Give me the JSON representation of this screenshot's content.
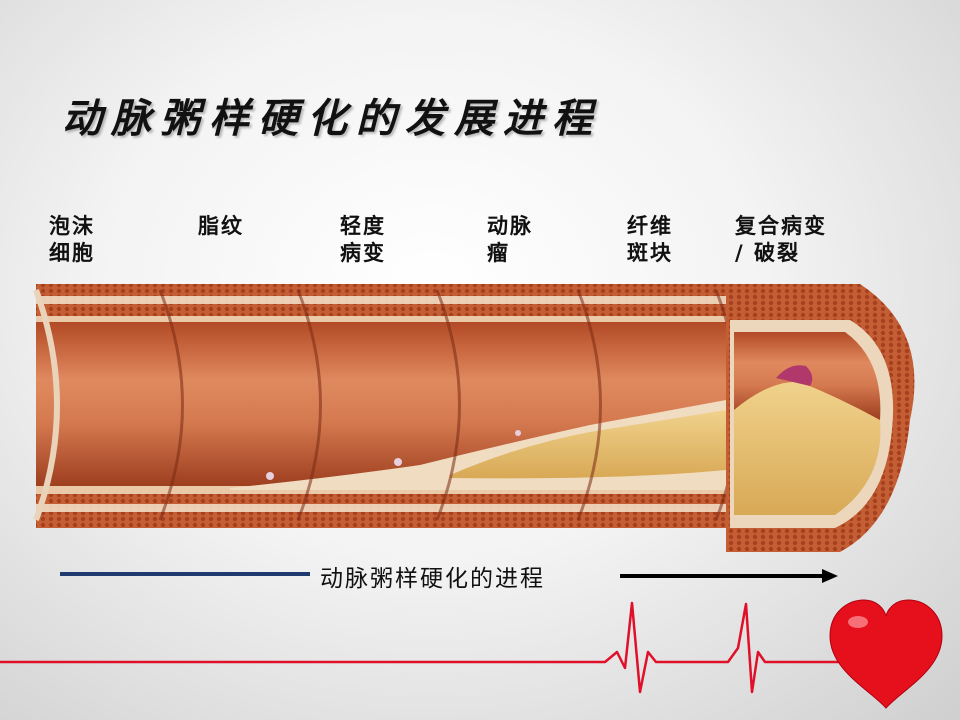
{
  "title": "动脉粥样硬化的发展进程",
  "stages": [
    {
      "line1": "泡沫",
      "line2": "细胞"
    },
    {
      "line1": "脂纹",
      "line2": ""
    },
    {
      "line1": "轻度",
      "line2": "病变"
    },
    {
      "line1": "动脉",
      "line2": "瘤"
    },
    {
      "line1": "纤维",
      "line2": "斑块"
    },
    {
      "line1": "复合病变",
      "line2": "/ 破裂"
    }
  ],
  "progress_label": "动脉粥样硬化的进程",
  "colors": {
    "vessel_wall": "#c8623a",
    "lumen_inner": "#d9805a",
    "plaque": "#e6c07a",
    "progress_line_left": "#1f3a6e",
    "progress_arrow": "#000000",
    "ecg_line": "#e0102a",
    "heart": "#e5101c"
  },
  "icons": {
    "ecg": "ecg-heartbeat-icon",
    "heart": "heart-icon",
    "arrow": "arrow-right-icon"
  }
}
